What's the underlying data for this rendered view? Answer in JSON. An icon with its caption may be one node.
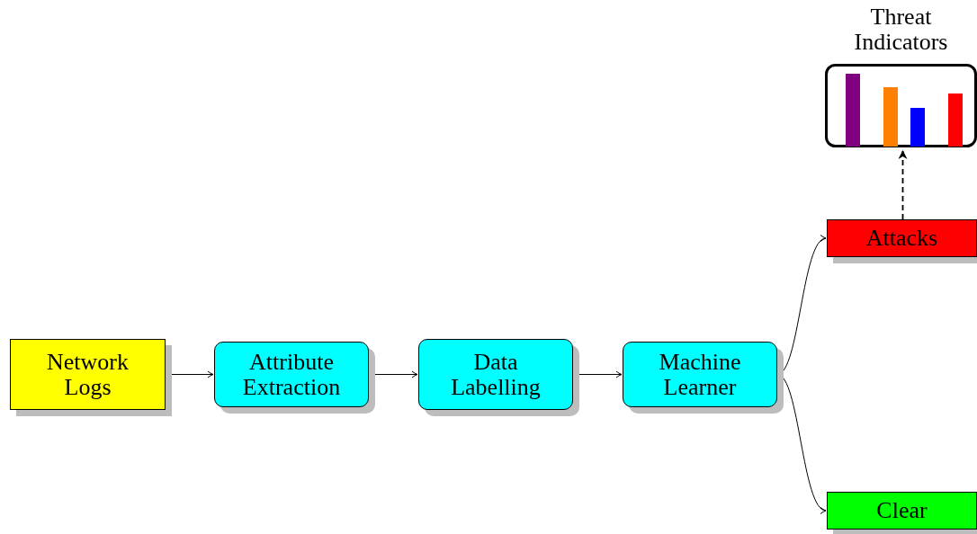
{
  "diagram": {
    "nodes": [
      {
        "text": [
          "Network Logs"
        ]
      },
      {
        "text": [
          "Attribute Extraction"
        ]
      },
      {
        "text": [
          "Data Labelling"
        ]
      },
      {
        "text": [
          "Machine Learner"
        ]
      },
      {
        "text": [
          "Attacks"
        ]
      },
      {
        "text": [
          "Clear"
        ]
      },
      {
        "text": [
          "Threat Indicators"
        ]
      }
    ],
    "edges": [
      {
        "from": 0,
        "to": 1,
        "arrow": "to"
      },
      {
        "from": 1,
        "to": 2,
        "arrow": "to"
      },
      {
        "from": 2,
        "to": 3,
        "arrow": "to"
      },
      {
        "from": 3,
        "to": 4,
        "arrow": "to"
      },
      {
        "from": 3,
        "to": 5,
        "arrow": "to"
      },
      {
        "from": 4,
        "to": 6,
        "arrow": "to",
        "style": "dashed"
      }
    ]
  }
}
